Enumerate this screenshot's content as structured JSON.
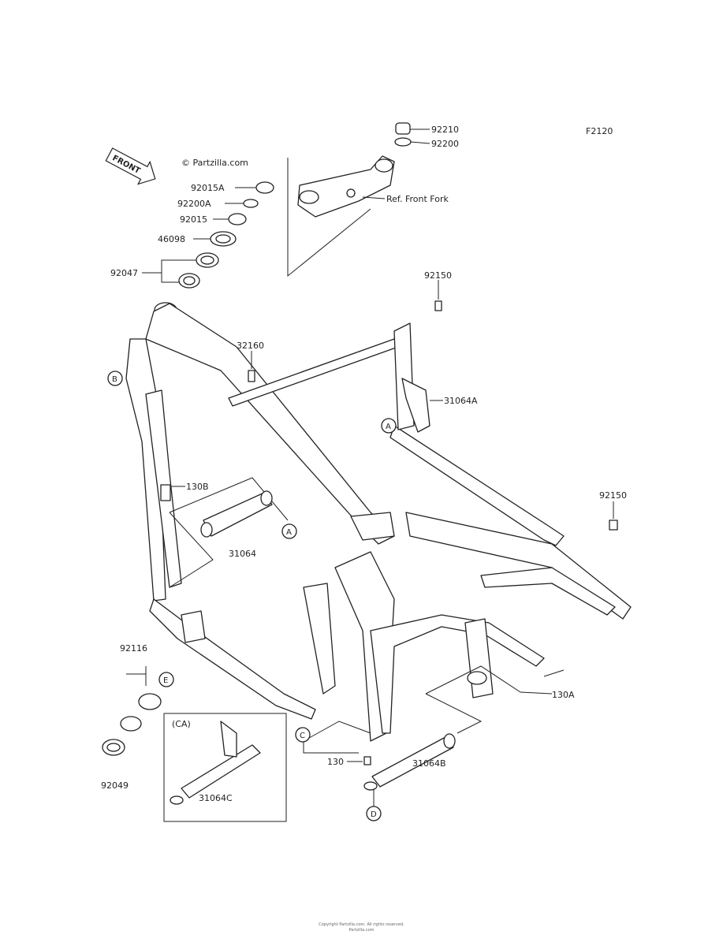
{
  "diagram": {
    "code": "F2120",
    "watermark": "© Partzilla.com",
    "front_indicator": "FRONT",
    "labels": {
      "p92210": "92210",
      "p92200": "92200",
      "ref_front_fork": "Ref. Front Fork",
      "p92015a": "92015A",
      "p92200a": "92200A",
      "p92015": "92015",
      "p46098": "46098",
      "p92047": "92047",
      "p92150_top": "92150",
      "p32160": "32160",
      "p31064a": "31064A",
      "p130b": "130B",
      "p31064": "31064",
      "p92150_right": "92150",
      "p92116": "92116",
      "p92049": "92049",
      "p130a": "130A",
      "p130": "130",
      "p31064b": "31064B",
      "p31064c": "31064C",
      "ca": "(CA)"
    },
    "callouts": {
      "a1": "A",
      "a2": "A",
      "b": "B",
      "c": "C",
      "d": "D",
      "e": "E"
    }
  },
  "footer": {
    "line1": "Copyright Partzilla.com. All rights reserved.",
    "line2": "Partzilla.com"
  }
}
